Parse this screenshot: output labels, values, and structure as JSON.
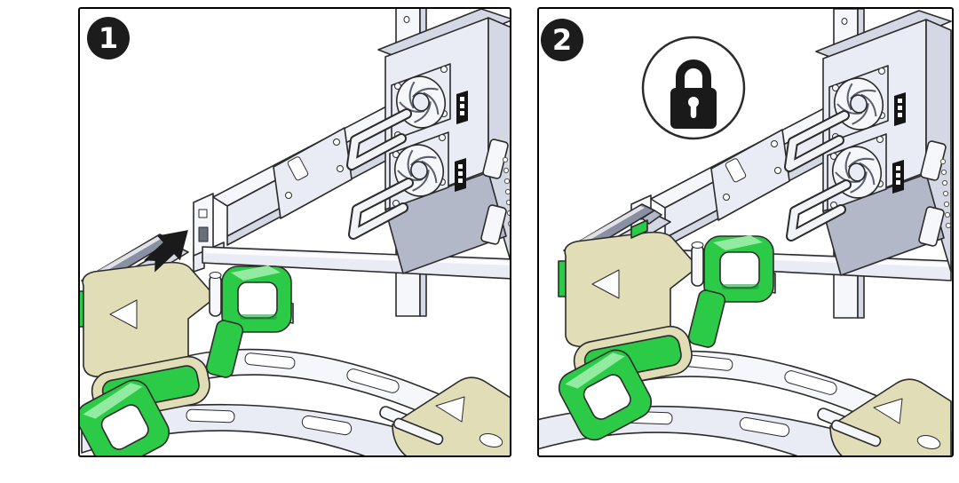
{
  "figure": {
    "type": "hardware-installation-diagram",
    "subject": "cable-management-arm-connector-into-slide-rail",
    "panels": [
      {
        "step_number": "1",
        "annotation_icon": "insert-direction-arrow-icon"
      },
      {
        "step_number": "2",
        "annotation_icon": "padlock-locked-icon"
      }
    ],
    "icons": {
      "insert_arrow": "thick black arrow pointing up-right toward slide-rail end",
      "padlock": "black closed padlock inside thin circle (locked state)"
    }
  },
  "colors": {
    "background": "#ffffff",
    "panel_border": "#000000",
    "badge_background": "#1c1c1c",
    "badge_text": "#ffffff",
    "outline": "#2b2b2b",
    "lock_black": "#1a1a1a",
    "green": "#2bcb47",
    "green_dark": "#0f9a31",
    "green_light": "#93eba2",
    "beige": "#e0ddb7",
    "beige_dark": "#b9b68d",
    "metal_white": "#f6f7fb",
    "metal_light": "#e9ecf4",
    "metal_mid": "#d4d8e4",
    "metal_dark": "#b2b8c8",
    "slate": "#8a90a2"
  }
}
